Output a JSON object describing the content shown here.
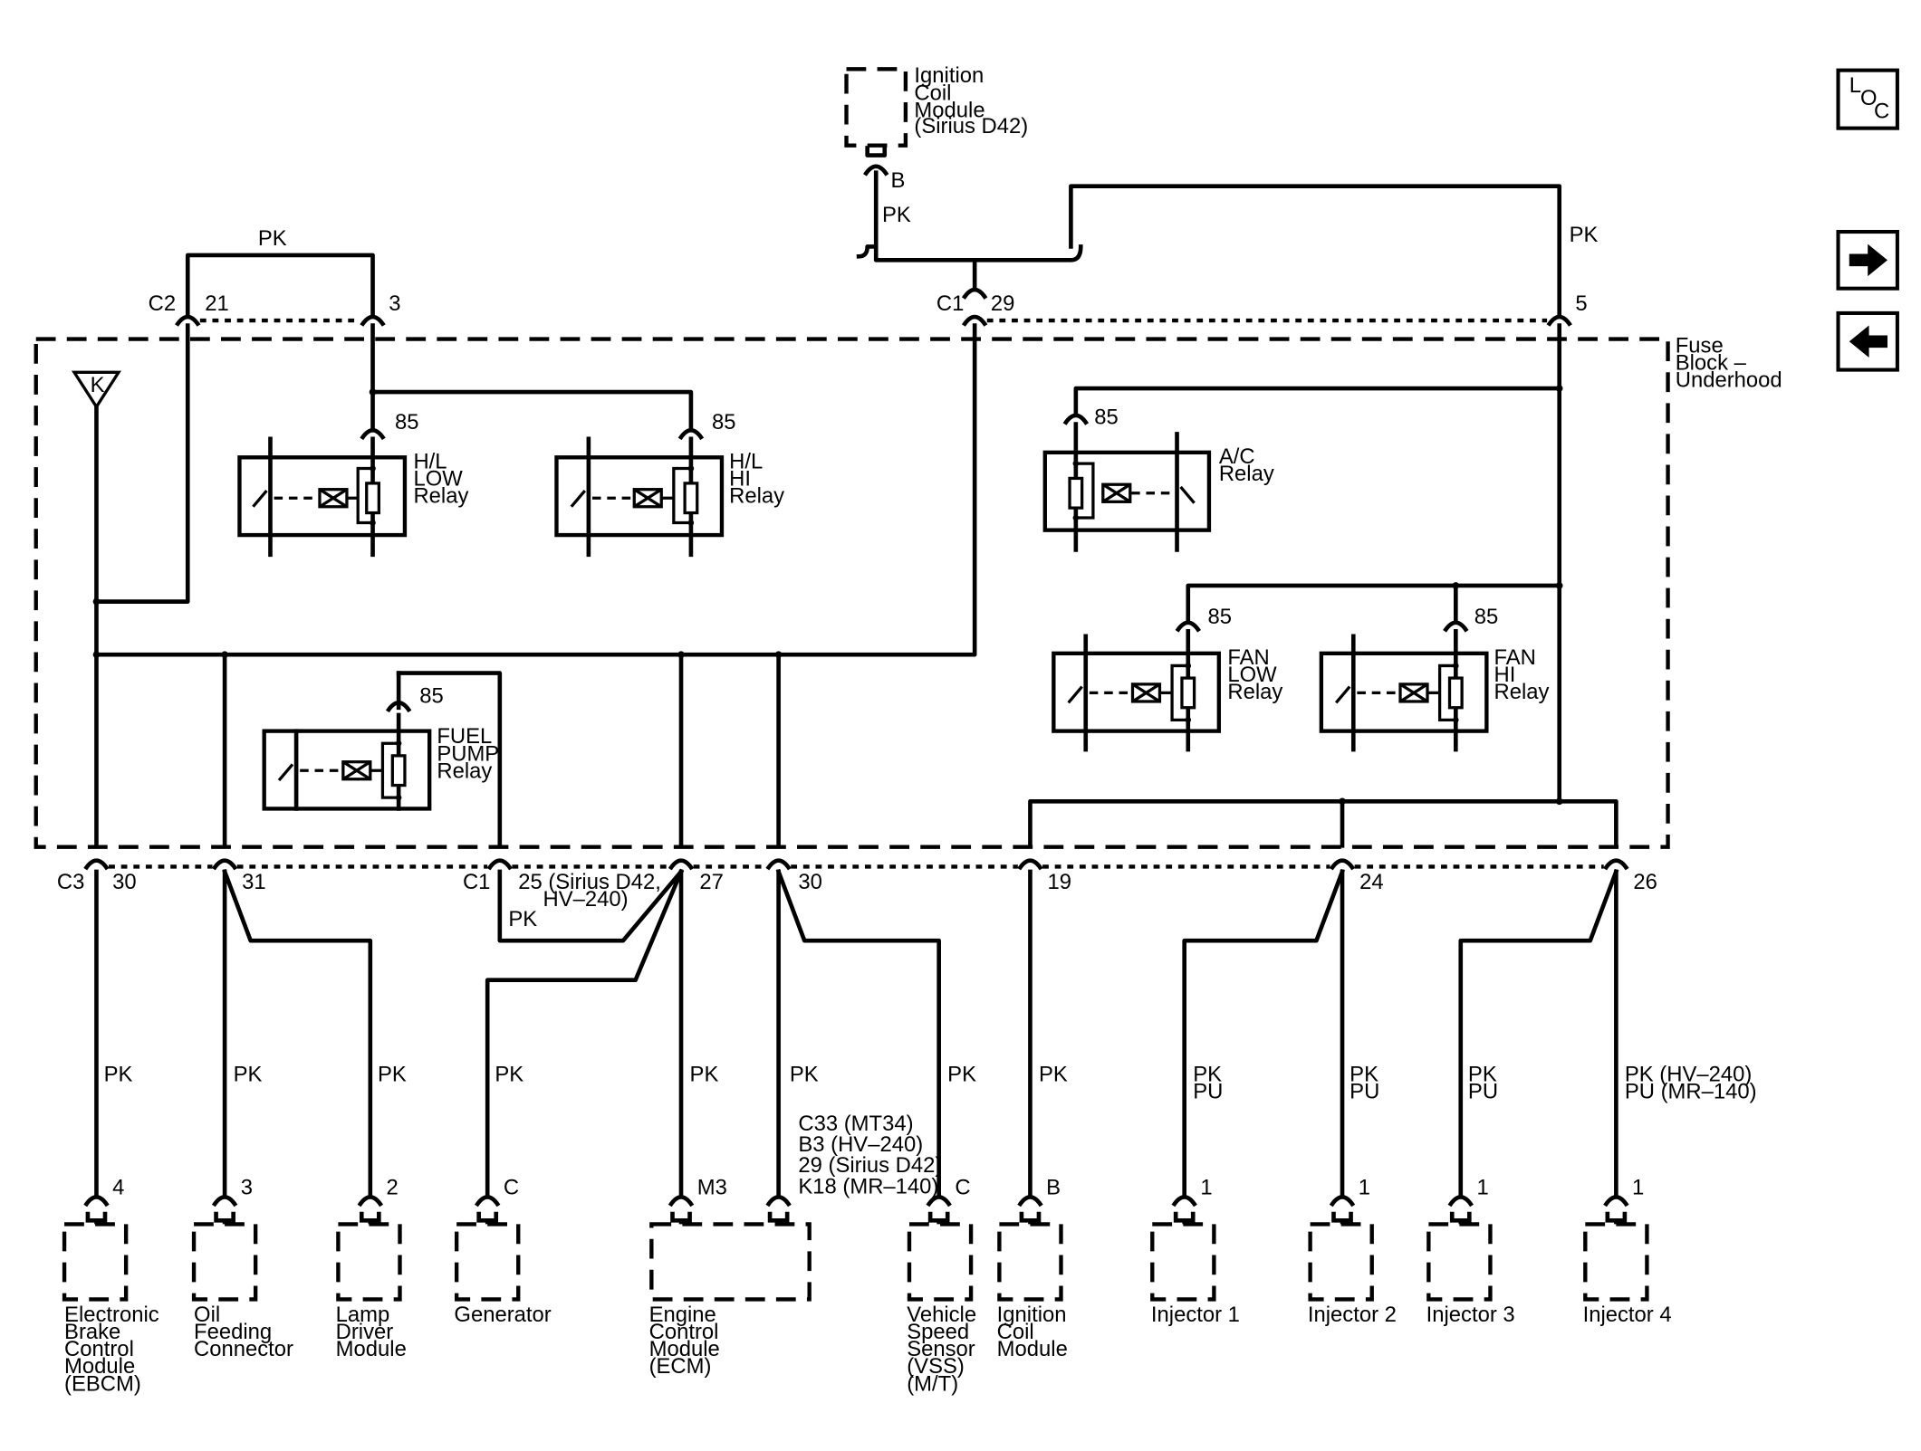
{
  "diagram": {
    "fuse_block_label": [
      "Fuse",
      "Block –",
      "Underhood"
    ],
    "ignition_module_top": [
      "Ignition",
      "Coil",
      "Module",
      "(Sirius D42)"
    ],
    "ground_symbol": "K",
    "nav": {
      "loc": {
        "l": "L",
        "o": "O",
        "c": "C"
      }
    },
    "relays": {
      "hl_low": {
        "pin": "85",
        "label": [
          "H/L",
          "LOW",
          "Relay"
        ]
      },
      "hl_hi": {
        "pin": "85",
        "label": [
          "H/L",
          "HI",
          "Relay"
        ]
      },
      "ac": {
        "pin": "85",
        "label": [
          "A/C",
          "Relay"
        ]
      },
      "fan_low": {
        "pin": "85",
        "label": [
          "FAN",
          "LOW",
          "Relay"
        ]
      },
      "fan_hi": {
        "pin": "85",
        "label": [
          "FAN",
          "HI",
          "Relay"
        ]
      },
      "fuel": {
        "pin": "85",
        "label": [
          "FUEL",
          "PUMP",
          "Relay"
        ]
      }
    },
    "top_connectors": {
      "c2_name": "C2",
      "c2_pin": "21",
      "pin3": "3",
      "c1_name": "C1",
      "c1_pin": "29",
      "pin5": "5",
      "ign_pin": "B"
    },
    "top_wires": {
      "pk_left": "PK",
      "pk_ign": "PK",
      "pk_right": "PK"
    },
    "bottom_connectors": {
      "c3_name": "C3",
      "p30": "30",
      "p31": "31",
      "c1_name": "C1",
      "p25": "25 (Sirius D42,",
      "p25b": "HV–240)",
      "pk_jumper": "PK",
      "p27": "27",
      "p30b": "30",
      "p19": "19",
      "p24": "24",
      "p26": "26"
    },
    "ecm_pins": [
      "C33 (MT34)",
      "B3 (HV–240)",
      "29 (Sirius D42)",
      "K18 (MR–140)"
    ],
    "components": [
      {
        "wire": [
          "PK"
        ],
        "pin": "4",
        "label": [
          "Electronic",
          "Brake",
          "Control",
          "Module",
          "(EBCM)"
        ]
      },
      {
        "wire": [
          "PK"
        ],
        "pin": "3",
        "label": [
          "Oil",
          "Feeding",
          "Connector"
        ]
      },
      {
        "wire": [
          "PK"
        ],
        "pin": "2",
        "label": [
          "Lamp",
          "Driver",
          "Module"
        ]
      },
      {
        "wire": [
          "PK"
        ],
        "pin": "C",
        "label": [
          "Generator"
        ]
      },
      {
        "wire": [
          "PK",
          "PK"
        ],
        "pin": "M3",
        "label": [
          "Engine",
          "Control",
          "Module",
          "(ECM)"
        ]
      },
      {
        "wire": [
          "PK"
        ],
        "pin": "C",
        "label": [
          "Vehicle",
          "Speed",
          "Sensor",
          "(VSS)",
          "(M/T)"
        ]
      },
      {
        "wire": [
          "PK"
        ],
        "pin": "B",
        "label": [
          "Ignition",
          "Coil",
          "Module"
        ]
      },
      {
        "wire": [
          "PK",
          "PU"
        ],
        "pin": "1",
        "label": [
          "Injector 1"
        ]
      },
      {
        "wire": [
          "PK",
          "PU"
        ],
        "pin": "1",
        "label": [
          "Injector 2"
        ]
      },
      {
        "wire": [
          "PK",
          "PU"
        ],
        "pin": "1",
        "label": [
          "Injector 3"
        ]
      },
      {
        "wire": [
          "PK (HV–240)",
          "PU (MR–140)"
        ],
        "pin": "1",
        "label": [
          "Injector 4"
        ]
      }
    ]
  }
}
